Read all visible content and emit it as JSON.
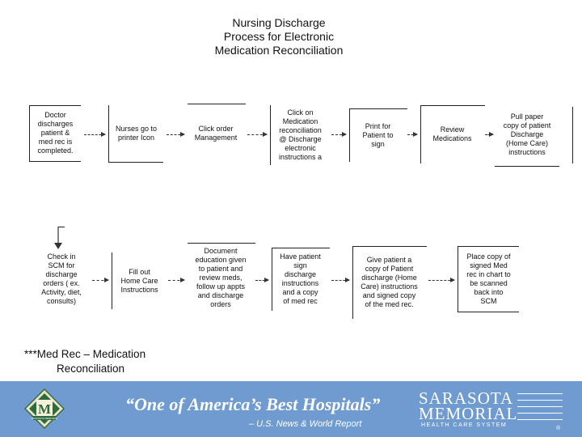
{
  "title": [
    "Nursing Discharge",
    "Process for Electronic",
    "Medication Reconciliation"
  ],
  "steps_row1": [
    "Doctor\ndischarges\npatient &\nmed rec is\ncompleted.",
    "Nurses go to\nprinter Icon",
    "Click order\nManagement",
    "Click on\nMedication\nreconciliation\n@ Discharge\nelectronic\ninstructions a",
    "Print for\nPatient to\nsign",
    "Review\nMedications",
    "Pull paper\ncopy of patient\nDischarge\n(Home Care)\ninstructions"
  ],
  "steps_row2": [
    "Check in\nSCM for\ndischarge\norders ( ex.\nActivity, diet,\nconsults)",
    "Fill out\nHome Care\nInstructions",
    "Document\neducation given\nto patient and\nreview meds,\nfollow up appts\nand discharge\norders",
    "Have patient\nsign\ndischarge\ninstructions\nand a copy\nof med rec",
    "Give patient a\ncopy of Patient\ndischarge (Home\nCare) instructions\nand signed copy\nof the med rec.",
    "Place copy of\nsigned Med\nrec in chart to\nbe scanned\nback into\nSCM"
  ],
  "footnote": [
    "***Med Rec – Medication",
    "Reconciliation"
  ],
  "footer": {
    "tagline": "“One of America’s Best Hospitals”",
    "attribution": "– U.S. News & World Report",
    "brand_line1": "SARASOTA",
    "brand_line2": "MEMORIAL",
    "brand_line3": "HEALTH CARE SYSTEM",
    "registered": "®",
    "logo_letter": "M",
    "logo_text": "SARASOTA MEMORIAL",
    "background_color": "#6f9bd1"
  }
}
